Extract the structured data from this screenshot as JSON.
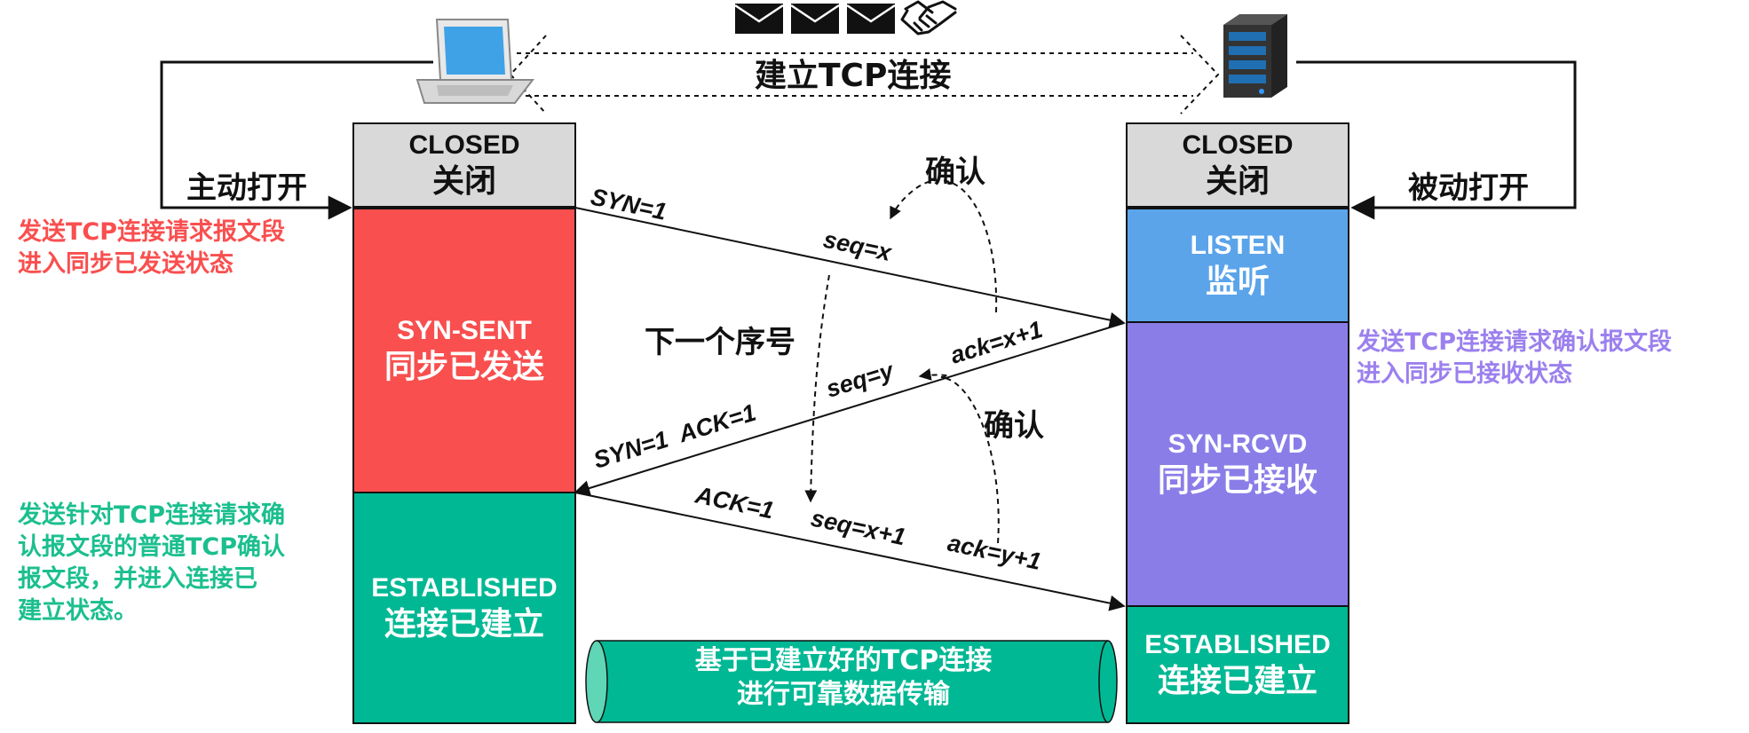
{
  "connection_title": "建立TCP连接",
  "client_side": {
    "open_label": "主动打开",
    "states": [
      {
        "en": "CLOSED",
        "zh": "关闭"
      },
      {
        "en": "SYN-SENT",
        "zh": "同步已发送"
      },
      {
        "en": "ESTABLISHED",
        "zh": "连接已建立"
      }
    ],
    "note_top": [
      "发送TCP连接请求报文段",
      "进入同步已发送状态"
    ],
    "note_bottom": [
      "发送针对TCP连接请求确",
      "认报文段的普通TCP确认",
      "报文段，并进入连接已",
      "建立状态。"
    ]
  },
  "server_side": {
    "open_label": "被动打开",
    "states": [
      {
        "en": "CLOSED",
        "zh": "关闭"
      },
      {
        "en": "LISTEN",
        "zh": "监听"
      },
      {
        "en": "SYN-RCVD",
        "zh": "同步已接收"
      },
      {
        "en": "ESTABLISHED",
        "zh": "连接已建立"
      }
    ],
    "note": [
      "发送TCP连接请求确认报文段",
      "进入同步已接收状态"
    ]
  },
  "segments": {
    "syn": "SYN=1",
    "seq_x": "seq=x",
    "synack": "SYN=1  ACK=1",
    "seq_y": "seq=y",
    "ack_x1": "ack=x+1",
    "ack": "ACK=1",
    "seq_x1": "seq=x+1",
    "ack_y1": "ack=y+1"
  },
  "annotations": {
    "confirm_top": "确认",
    "confirm_bottom": "确认",
    "next_seq": "下一个序号"
  },
  "data_pipe": [
    "基于已建立好的TCP连接",
    "进行可靠数据传输"
  ],
  "colors": {
    "closed": "#d9d9d9",
    "syn_sent": "#f94f4f",
    "established": "#00b894",
    "listen": "#5ba4ea",
    "syn_rcvd": "#8a7de8",
    "note_red": "#f94f4f",
    "note_green": "#1bbf8e",
    "note_purple": "#9b80ee"
  },
  "icons": [
    "laptop-icon",
    "envelope-icon",
    "handshake-icon",
    "server-icon"
  ]
}
